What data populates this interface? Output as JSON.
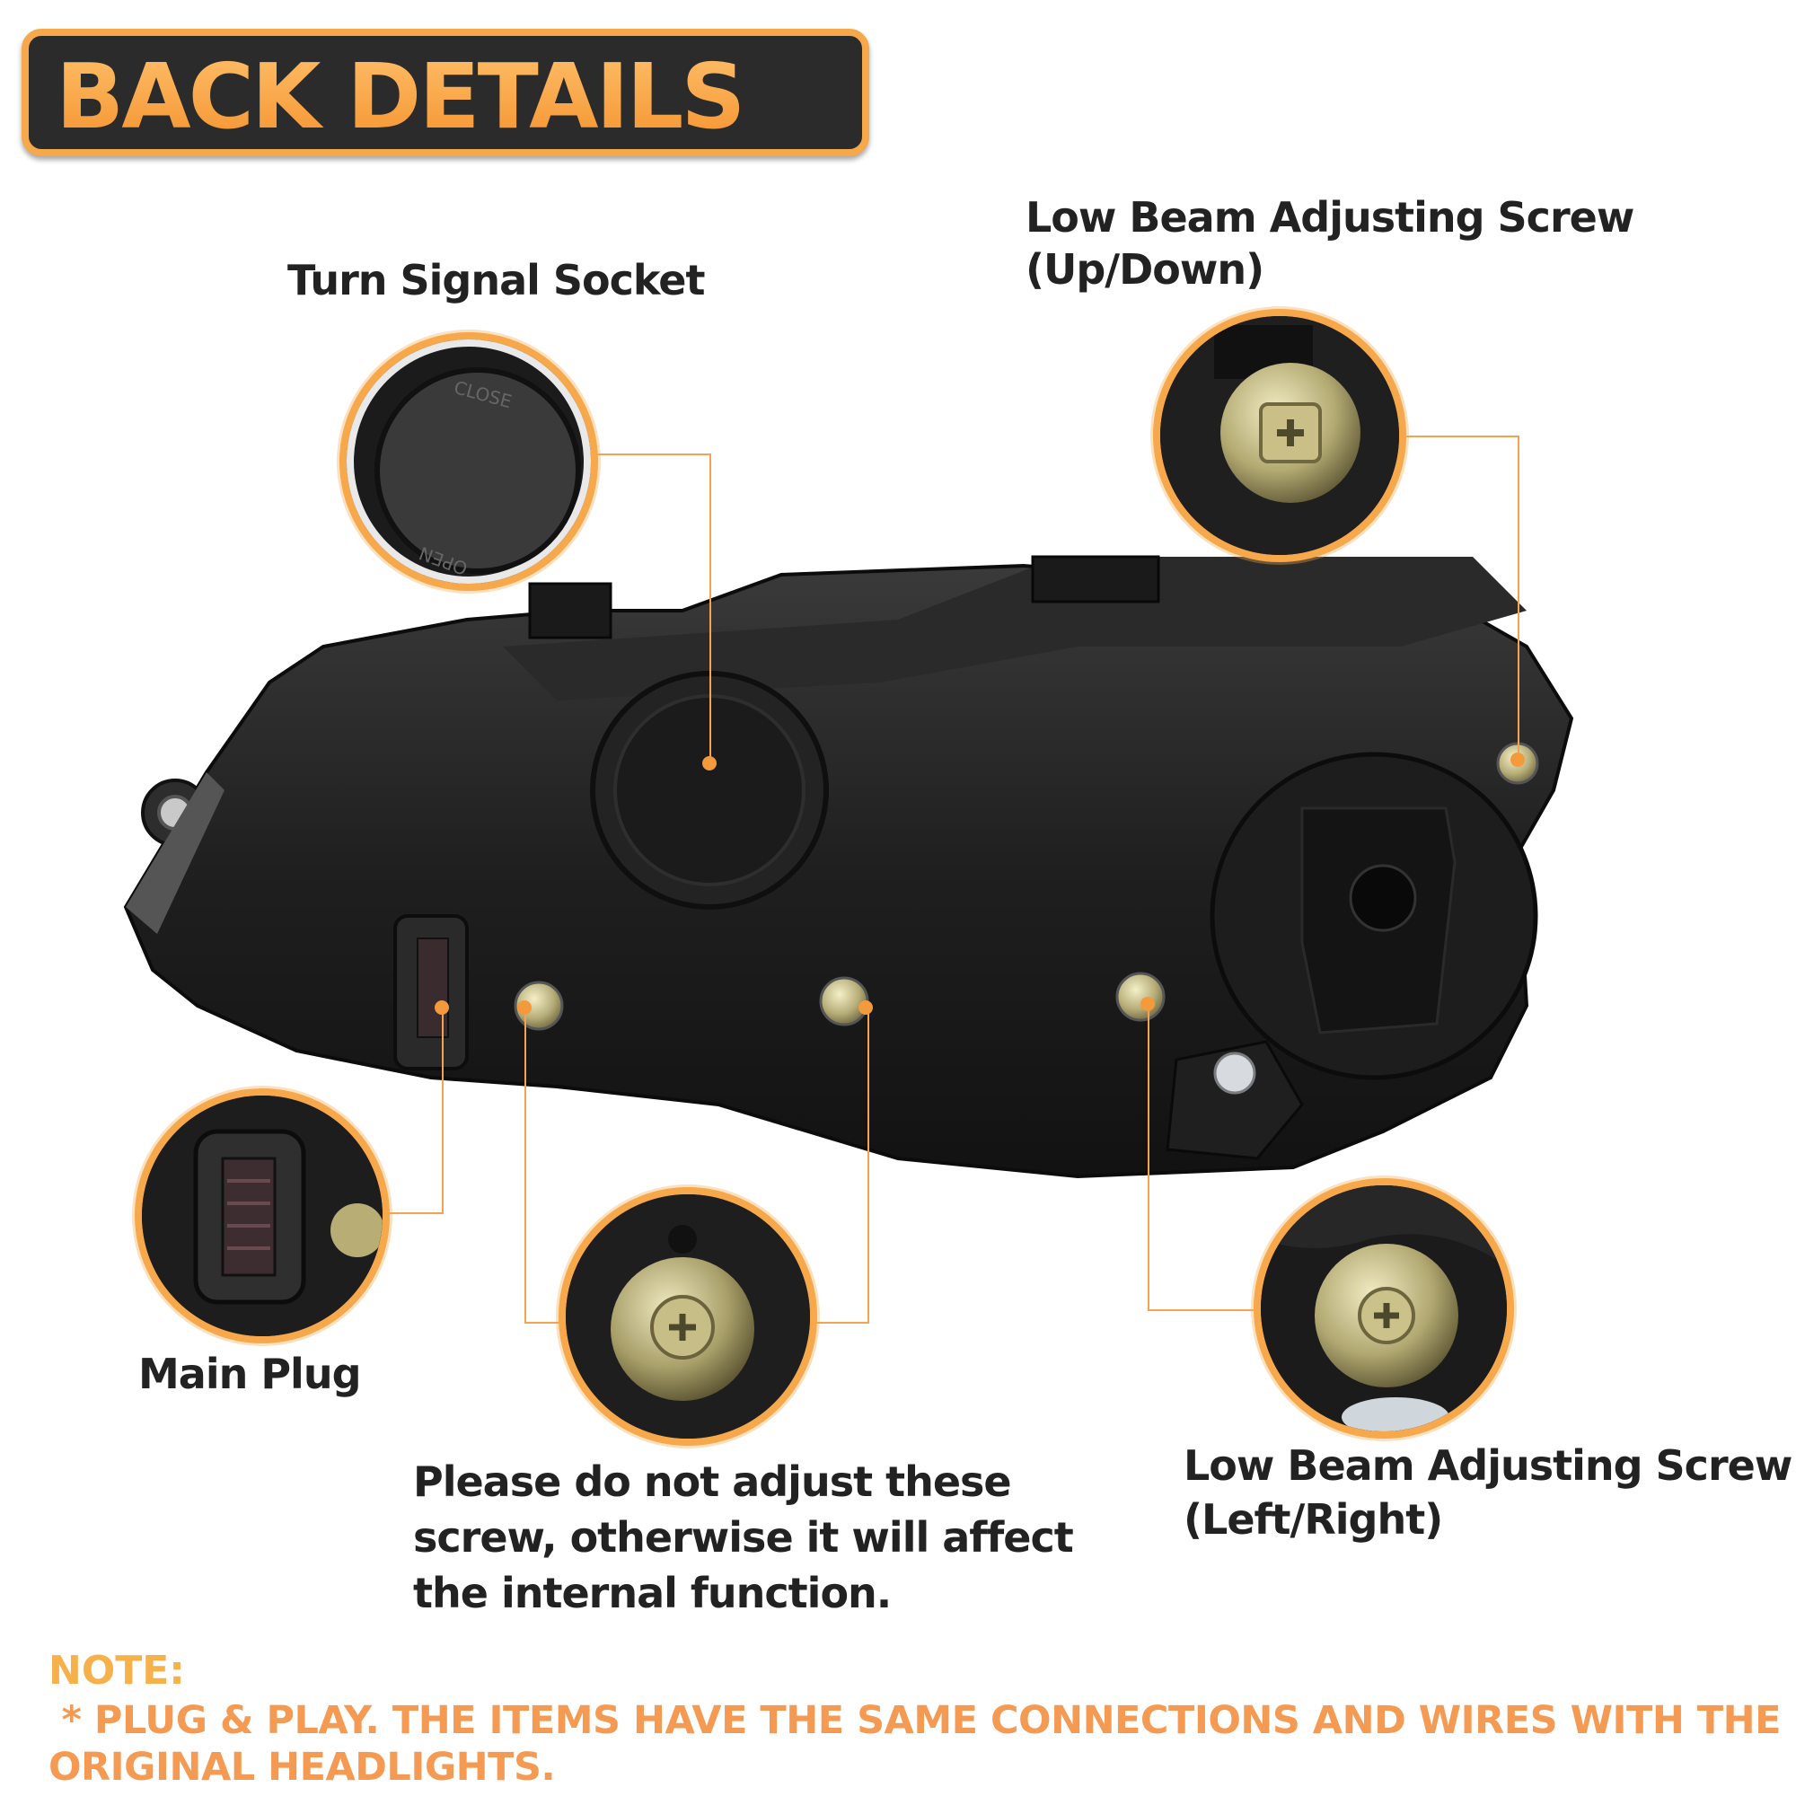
{
  "banner": {
    "title": "BACK DETAILS"
  },
  "labels": {
    "turn_signal": "Turn Signal Socket",
    "low_beam_updown_line1": "Low Beam Adjusting Screw",
    "low_beam_updown_line2": "(Up/Down)",
    "main_plug": "Main Plug",
    "warning_line1": "Please do not adjust these",
    "warning_line2": "screw, otherwise it will affect",
    "warning_line3": "the internal function.",
    "low_beam_lr_line1": "Low Beam Adjusting Screw",
    "low_beam_lr_line2": "(Left/Right)"
  },
  "note": {
    "title": "NOTE:",
    "body_line1": " * PLUG & PLAY. THE ITEMS HAVE THE SAME CONNECTIONS AND WIRES WITH THE",
    "body_line2": "ORIGINAL HEADLIGHTS."
  },
  "embossed_cap_text": {
    "close": "CLOSE",
    "open": "OPEN"
  },
  "colors": {
    "accent": "#f7a84a",
    "note": "#f49a52",
    "housing": "#1e1e1e"
  }
}
